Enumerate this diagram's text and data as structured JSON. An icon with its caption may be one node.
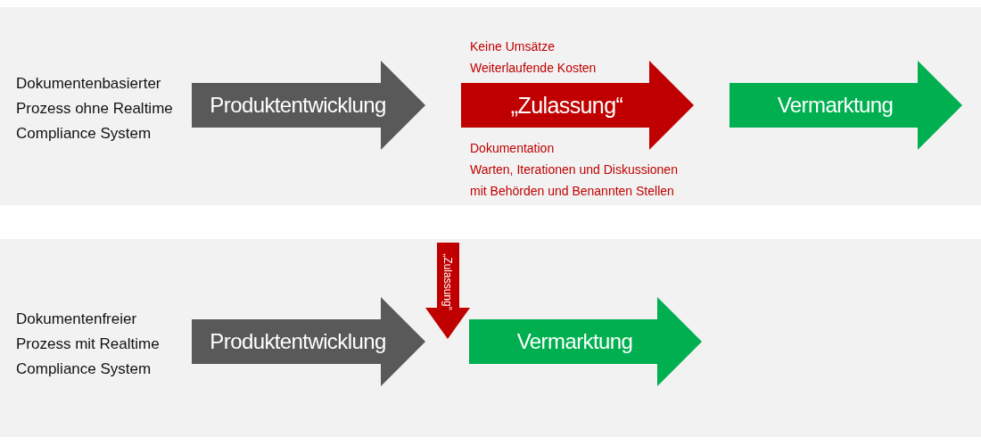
{
  "diagram": {
    "nodes": [
      {
        "text": [
          "Dokumentenbasierter Prozess ohne Realtime Compliance System"
        ]
      },
      {
        "text": [
          "Produktentwicklung"
        ],
        "in": 0
      },
      {
        "text": [
          "„Zulassung“"
        ],
        "in": 0,
        "beside": [
          "Keine Umsätze",
          "Weiterlaufende Kosten",
          "Dokumentation",
          "Warten, Iterationen und Diskussionen mit Behörden und Benannten Stellen"
        ]
      },
      {
        "text": [
          "Vermarktung"
        ],
        "in": 0
      },
      {
        "text": [
          "Dokumentenfreier Prozess mit Realtime Compliance System"
        ]
      },
      {
        "text": [
          "Produktentwicklung"
        ],
        "in": 4
      },
      {
        "text": [
          "„Zulassung“"
        ],
        "in": 4
      },
      {
        "text": [
          "Vermarktung"
        ],
        "in": 4
      }
    ],
    "edges": [
      {
        "from": 1,
        "to": 3,
        "arrow": "to"
      },
      {
        "from": 5,
        "to": 7,
        "arrow": "to"
      }
    ]
  }
}
